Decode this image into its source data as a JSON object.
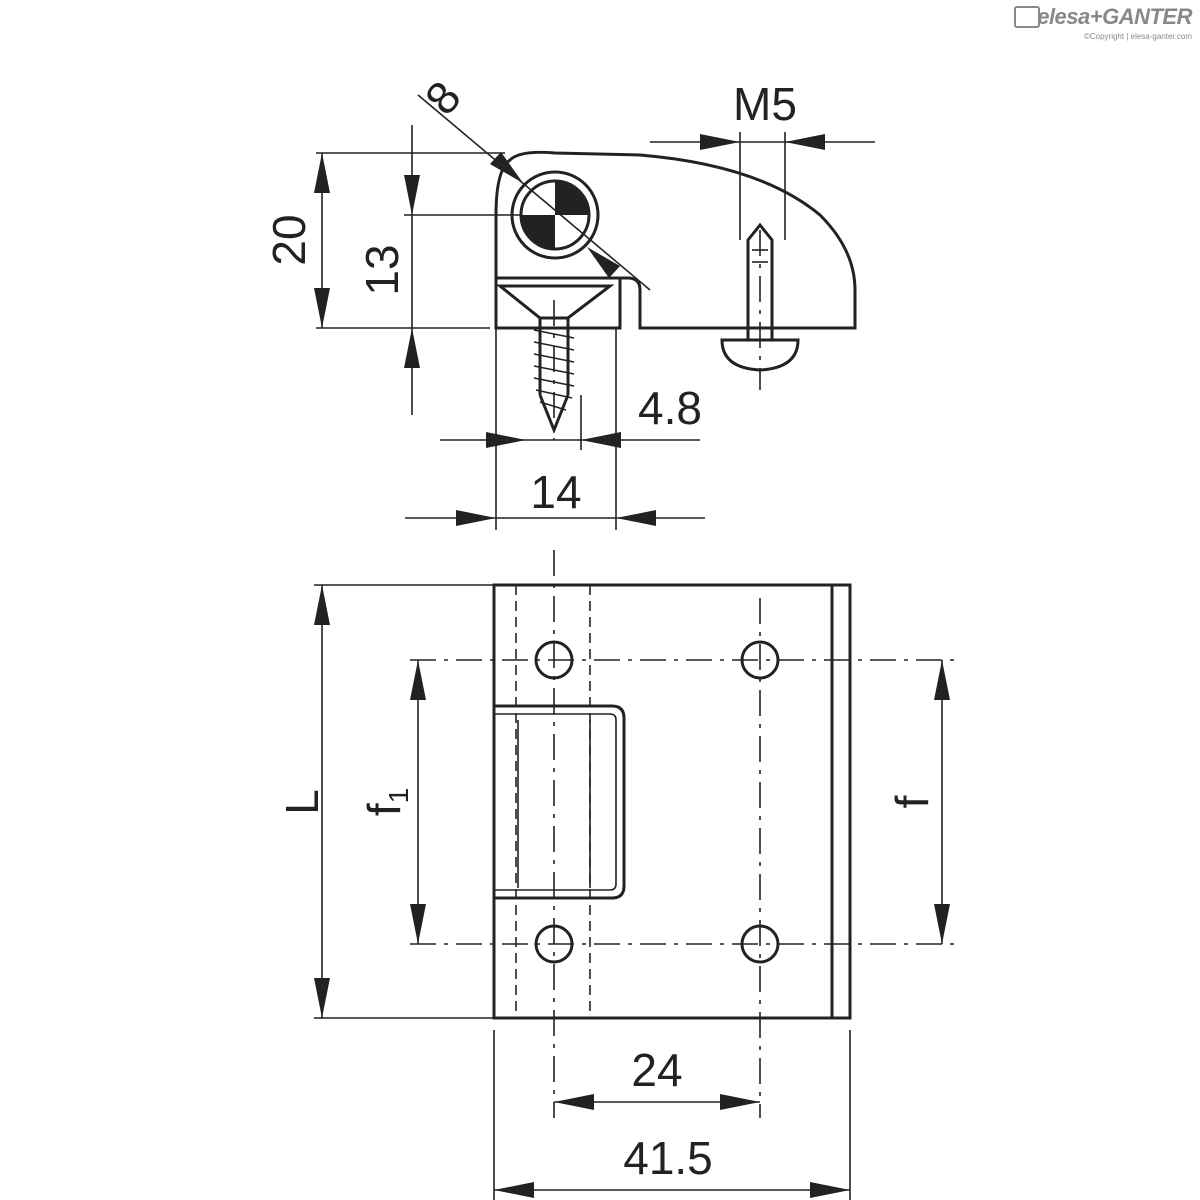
{
  "brand": {
    "name": "elesa+GANTER",
    "copyright": "©Copyright | elesa-ganter.com"
  },
  "dimensions": {
    "diameter": "8",
    "thread": "M5",
    "height_total": "20",
    "height_axis": "13",
    "offset": "4.8",
    "width_base": "14",
    "length": "L",
    "f1_main": "f",
    "f1_sub": "1",
    "f": "f",
    "spacing": "24",
    "width_total": "41.5"
  }
}
